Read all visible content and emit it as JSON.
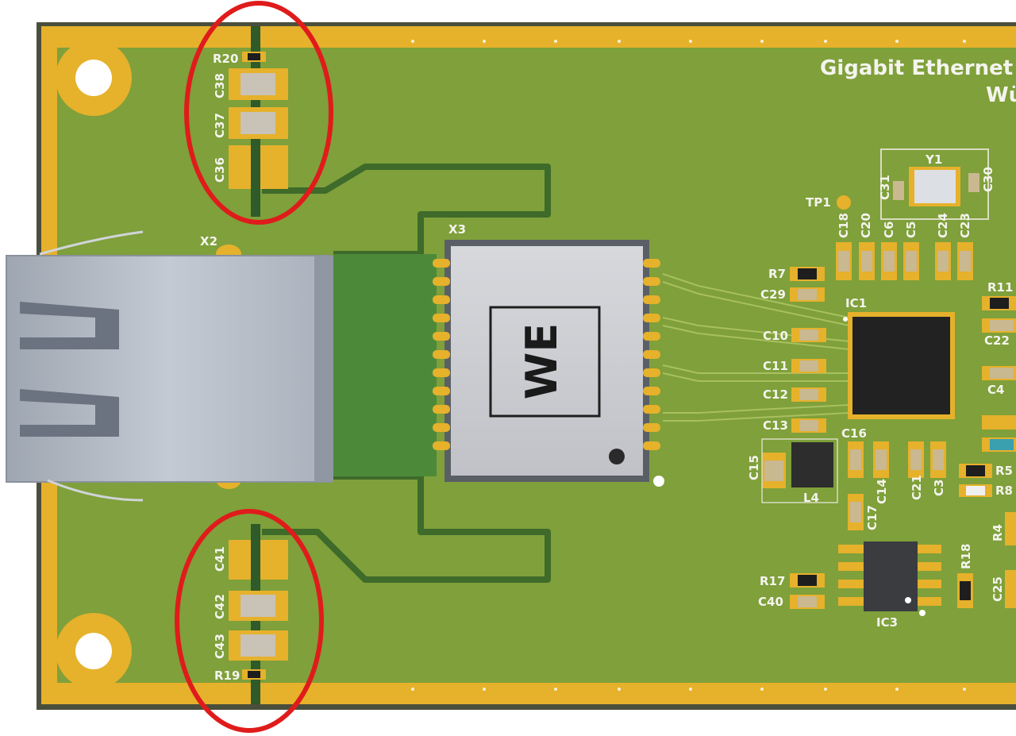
{
  "board": {
    "title_line1": "Gigabit Ethernet",
    "title_line2": "Wü",
    "colors": {
      "substrate": "#7fa03a",
      "copper_frame": "#e6b12b",
      "highlight_ring": "#e01b1b",
      "jack": "#b4bcc6",
      "module": "#c9cbd0"
    }
  },
  "labels": {
    "r20": "R20",
    "c38": "C38",
    "c37": "C37",
    "c36": "C36",
    "c41": "C41",
    "c42": "C42",
    "c43": "C43",
    "r19": "R19",
    "x2": "X2",
    "x3": "X3",
    "y1": "Y1",
    "c31": "C31",
    "c30": "C30",
    "tp1": "TP1",
    "c18": "C18",
    "c20": "C20",
    "c6": "C6",
    "c5": "C5",
    "c24": "C24",
    "c23": "C23",
    "r7": "R7",
    "c29": "C29",
    "r11": "R11",
    "ic1": "IC1",
    "c22": "C22",
    "c10": "C10",
    "c11": "C11",
    "c12": "C12",
    "c13": "C13",
    "c4": "C4",
    "c16": "C16",
    "c15": "C15",
    "l4": "L4",
    "c14": "C14",
    "c21": "C21",
    "c3": "C3",
    "r5": "R5",
    "r8": "R8",
    "c17": "C17",
    "r4": "R4",
    "r18": "R18",
    "r17": "R17",
    "c40": "C40",
    "c25": "C25",
    "ic3": "IC3"
  },
  "logo": {
    "text": "WE"
  }
}
